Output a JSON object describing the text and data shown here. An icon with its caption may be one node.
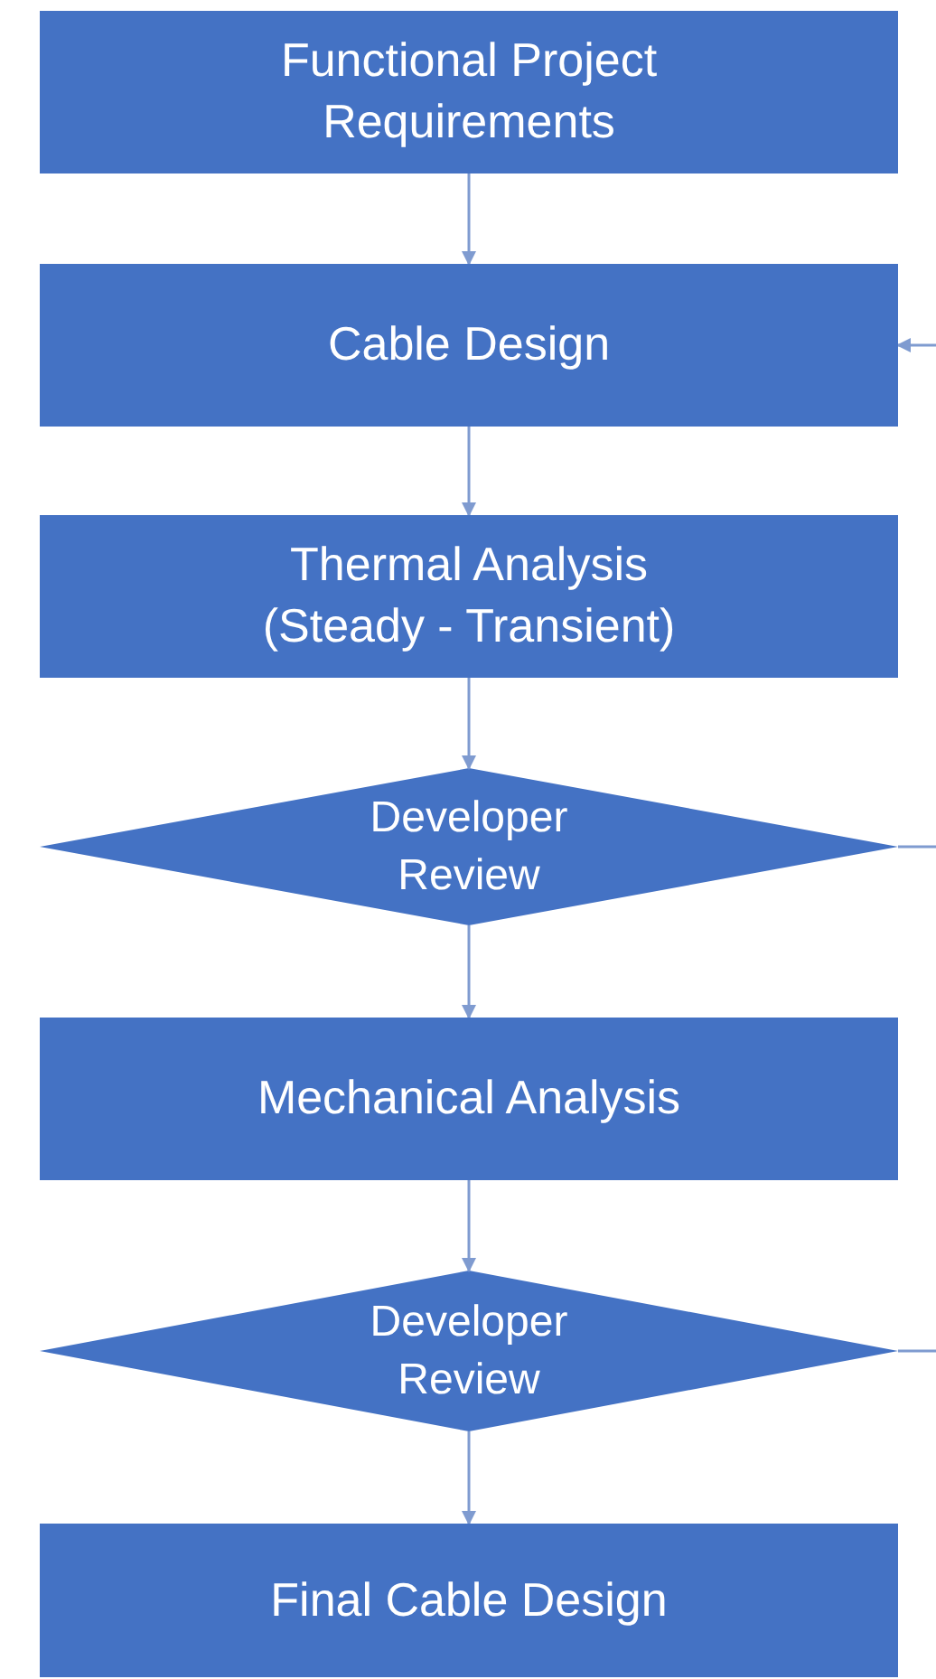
{
  "diagram": {
    "nodes": [
      {
        "text": [
          "Functional Project Requirements"
        ]
      },
      {
        "text": [
          "Cable Design"
        ]
      },
      {
        "text": [
          "Thermal Analysis (Steady - Transient)"
        ]
      },
      {
        "text": [
          "Developer Review"
        ]
      },
      {
        "text": [
          "Mechanical Analysis"
        ]
      },
      {
        "text": [
          "Developer Review"
        ]
      },
      {
        "text": [
          "Final Cable Design"
        ]
      }
    ],
    "edges": [
      {
        "from": 0,
        "to": 1,
        "arrow": "to"
      },
      {
        "from": 1,
        "to": 2,
        "arrow": "to"
      },
      {
        "from": 2,
        "to": 3,
        "arrow": "to"
      },
      {
        "from": 3,
        "to": 4,
        "arrow": "to"
      },
      {
        "from": 4,
        "to": 5,
        "arrow": "to"
      },
      {
        "from": 5,
        "to": 6,
        "arrow": "to"
      },
      {
        "from": null,
        "to": 1,
        "arrow": "to"
      },
      {
        "from": 3,
        "to": null,
        "arrow": "none"
      },
      {
        "from": 5,
        "to": null,
        "arrow": "none"
      }
    ]
  }
}
